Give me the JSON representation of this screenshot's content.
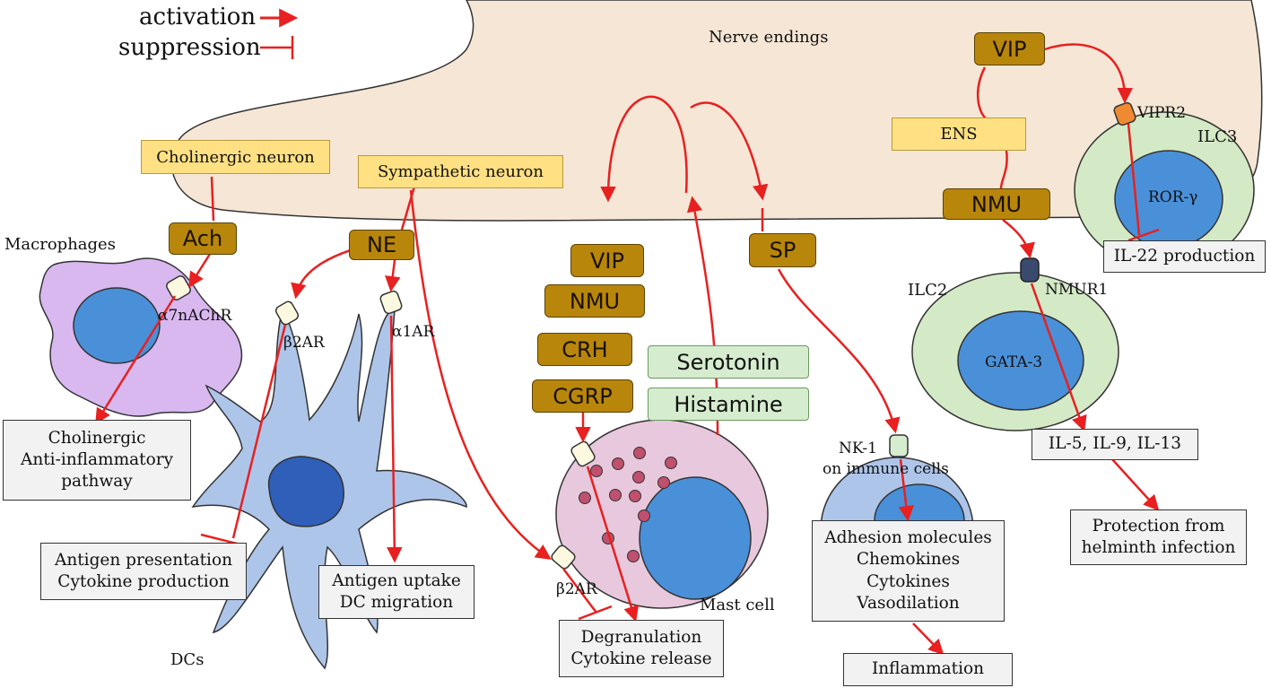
{
  "legend": {
    "activation": "activation",
    "suppression": "suppression",
    "activation_color": "#e82020",
    "suppression_color": "#e82020"
  },
  "labels": {
    "nerve_endings": "Nerve endings",
    "macrophages": "Macrophages",
    "dcs": "DCs",
    "mast_cell": "Mast cell",
    "ilc2": "ILC2",
    "ilc3": "ILC3",
    "a7nachr": "α7nAChR",
    "b2ar_dc": "β2AR",
    "a1ar": "α1AR",
    "b2ar_mast": "β2AR",
    "nk1": "NK-1",
    "nk1_sub": "on immune cells",
    "nmur1": "NMUR1",
    "vipr2": "VIPR2",
    "gata3": "GATA-3",
    "ror": "ROR-γ"
  },
  "neurons": {
    "cholinergic": "Cholinergic neuron",
    "sympathetic": "Sympathetic neuron",
    "ens": "ENS"
  },
  "mediators": {
    "ach": "Ach",
    "ne": "NE",
    "vip_left": "VIP",
    "nmu_left": "NMU",
    "crh": "CRH",
    "cgrp": "CGRP",
    "sp": "SP",
    "vip_right": "VIP",
    "nmu_right": "NMU"
  },
  "released": {
    "serotonin": "Serotonin",
    "histamine": "Histamine"
  },
  "outcomes": {
    "cholinergic_pathway": [
      "Cholinergic",
      "Anti-inflammatory",
      "pathway"
    ],
    "antigen_presentation": [
      "Antigen presentation",
      "Cytokine production"
    ],
    "antigen_uptake": [
      "Antigen uptake",
      "DC migration"
    ],
    "degranulation": [
      "Degranulation",
      "Cytokine release"
    ],
    "adhesion": [
      "Adhesion molecules",
      "Chemokines",
      "Cytokines",
      "Vasodilation"
    ],
    "inflammation": [
      "Inflammation"
    ],
    "il5": [
      "IL-5, IL-9, IL-13"
    ],
    "helminth": [
      "Protection from",
      "helminth infection"
    ],
    "il22": [
      "IL-22 production"
    ]
  },
  "colors": {
    "arrow": "#e82020",
    "nerve_fill": "#f5e6d6",
    "macrophage": "#d9b8f0",
    "nucleus": "#4a90d9",
    "dc": "#aec5ea",
    "dc_nucleus": "#2f5fb8",
    "mast_cell": "#e8c8dc",
    "granule": "#c0506e",
    "ilc_outer": "#d4eac6",
    "immune_cell": "#aec5ea",
    "mediator_box": "#b8860b",
    "neuron_box": "#ffe082",
    "released_box": "#d6eccf",
    "outcome_box": "#f2f2f2"
  }
}
